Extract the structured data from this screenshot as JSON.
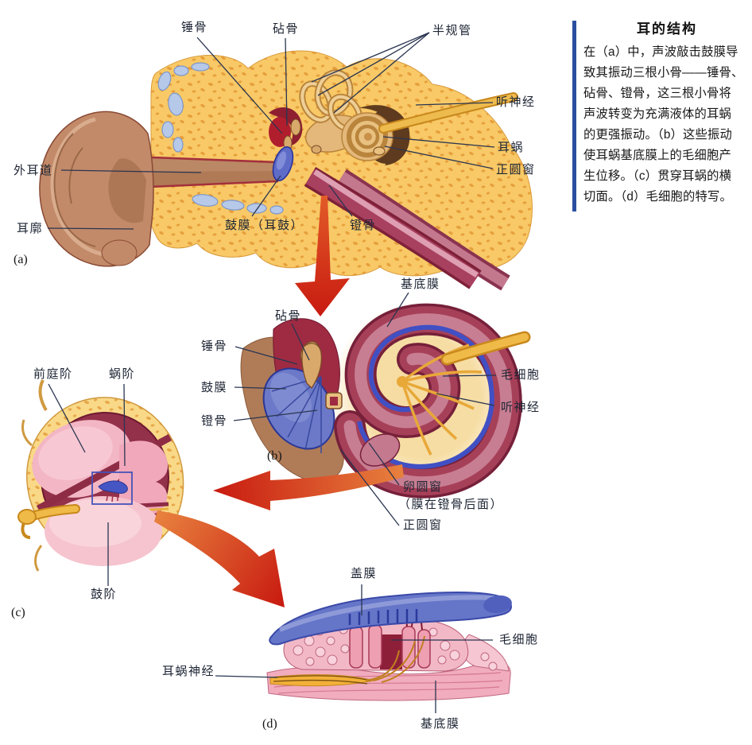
{
  "sidebar": {
    "title": "耳的结构",
    "lines": [
      "在（a）中，声波敲击鼓膜导",
      "致其振动三根小骨——锤骨、",
      "砧骨、镫骨，这三根小骨将",
      "声波转变为充满液体的耳蜗",
      "的更强振动。（b）这些振动",
      "使耳蜗基底膜上的毛细胞产",
      "生位移。（c）贯穿耳蜗的横",
      "切面。（d）毛细胞的特写。"
    ],
    "accent_color": "#2B4EA0"
  },
  "panels": {
    "a": {
      "tag": "(a)",
      "labels": {
        "malleus": "锤骨",
        "incus": "砧骨",
        "semicircular_canals": "半规管",
        "auditory_nerve": "听神经",
        "cochlea": "耳蜗",
        "round_window": "正圆窗",
        "ear_canal": "外耳道",
        "pinna": "耳廓",
        "eardrum": "鼓膜（耳鼓）",
        "stapes": "镫骨"
      }
    },
    "b": {
      "tag": "(b)",
      "labels": {
        "incus": "砧骨",
        "malleus": "锤骨",
        "eardrum": "鼓膜",
        "stapes": "镫骨",
        "basilar_membrane": "基底膜",
        "hair_cells": "毛细胞",
        "auditory_nerve": "听神经",
        "oval_window": "卵圆窗",
        "oval_window_note": "（膜在镫骨后面）",
        "round_window": "正圆窗"
      }
    },
    "c": {
      "tag": "(c)",
      "labels": {
        "vestibular_canal": "前庭阶",
        "cochlear_duct": "蜗阶",
        "tympanic_canal": "鼓阶"
      }
    },
    "d": {
      "tag": "(d)",
      "labels": {
        "tectorial_membrane": "盖膜",
        "hair_cells": "毛细胞",
        "cochlear_nerve": "耳蜗神经",
        "basilar_membrane": "基底膜"
      }
    }
  },
  "colors": {
    "accent_blue": "#2B4EA0",
    "bone_yellow": "#F8C966",
    "speckle_orange": "#E0912E",
    "skin_brown": "#C28A69",
    "membrane_blue": "#5E6CC8",
    "tissue_maroon": "#9E3550",
    "arrow_red": "#C81A10",
    "nerve_yellow": "#F0BA48",
    "leader_line": "#2A3550"
  }
}
